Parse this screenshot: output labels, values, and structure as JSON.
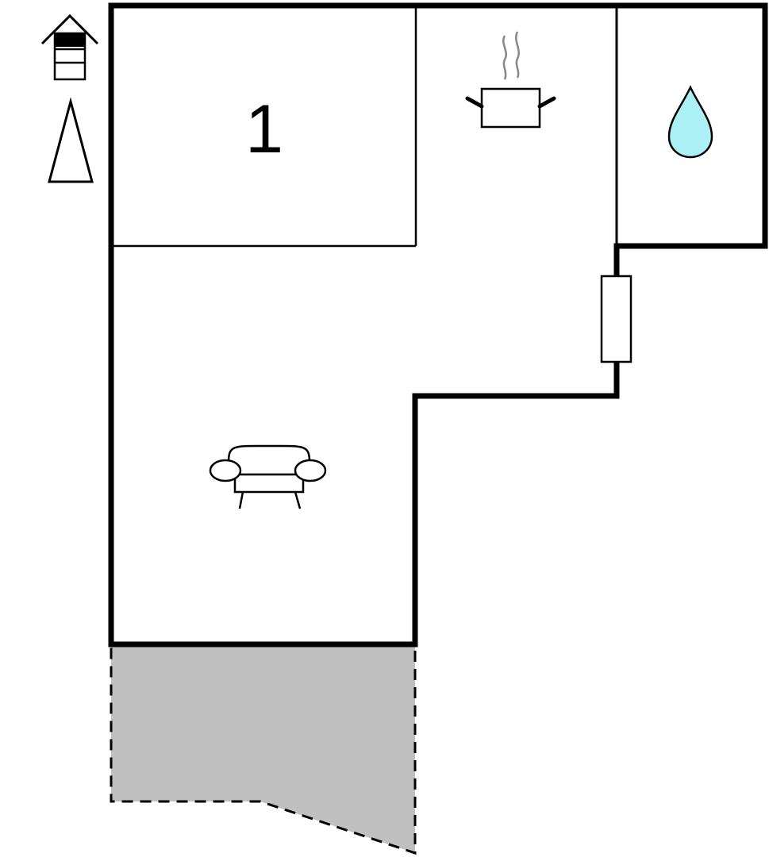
{
  "floor_plan": {
    "floor_icon": "house-floor-icon",
    "compass_icon": "north-arrow-icon",
    "rooms": [
      {
        "id": "bedroom",
        "label": "1",
        "icon": ""
      },
      {
        "id": "kitchen",
        "label": "",
        "icon": "cooking-pot-icon"
      },
      {
        "id": "bathroom",
        "label": "",
        "icon": "water-drop-icon"
      },
      {
        "id": "living-room",
        "label": "",
        "icon": "sofa-icon"
      }
    ],
    "terrace": {
      "icon": "",
      "fill": "#c0c0c0"
    },
    "colors": {
      "wall": "#000000",
      "water": "#aaf0f5",
      "steam": "#888888",
      "terrace": "#c0c0c0"
    }
  }
}
